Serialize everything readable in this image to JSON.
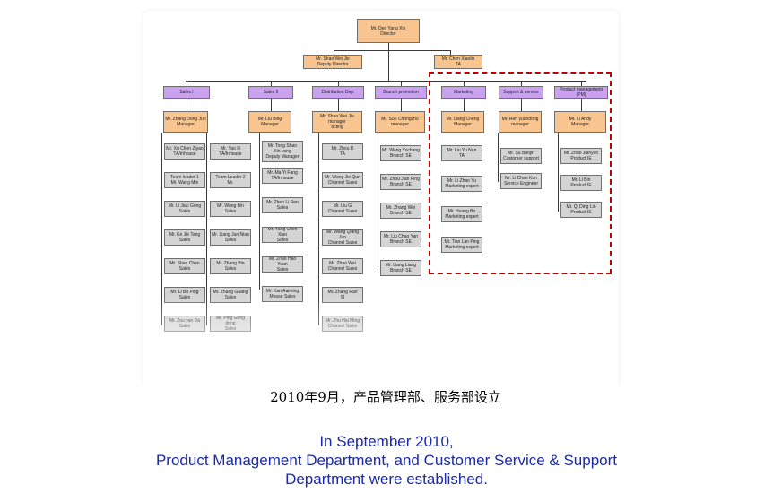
{
  "chart": {
    "nodes": {
      "ceo": "Mr. Deo Yang Xin\nDirector",
      "deputy": "Mr. Shao Wei Jie\nDeputy Director",
      "ta": "Mr. Chen Xiaolin\nTA",
      "depts": [
        "Sales I",
        "Sales II",
        "Distribution Dep.",
        "Branch promotion",
        "Marketing",
        "Support & service",
        "Product management\n(PM)"
      ],
      "managers": [
        "Mr. Zhang Dong Jun\nManager",
        "Mr. Liu Bing\nManager",
        "Mr. Shao Wei Jie\nmanager\nacting",
        "Mr. Sun Chongzhu\nmanager",
        "Mr. Liang Cheng\nManager",
        "Mr. Ren yuandong\nmanager",
        "Mr. Li Andy\nManager"
      ],
      "col1a": [
        "Mr. Xu Chen Ziyao\nTA/Inhouse",
        "Team leader 1\nMr. Wang Min",
        "Mr. Li Jian Gong\nSales",
        "Mr. Ke Jie Tang\nSales",
        "Mr. Shao Chen\nSales",
        "Mr. Li Bo Ping\nSales",
        "Mr. Zou yan Da\nSales"
      ],
      "col1b": [
        "Mr. Yao Ili\nTA/Inhouse",
        "Team Leader 2\nMr.",
        "Mr. Wang Bin\nSales",
        "Mr. Liang Jun Nian\nSales",
        "Mr. Zhang Bin\nSales",
        "Mr. Zhang Guang\nSales",
        "Mr. Ping Gong dong\nSales"
      ],
      "col2": [
        "Mr. Tong Shao\nXin yang\nDeputy Manager",
        "Mr. Ma Yi Fang\nTA/Inhouse",
        "Mr. Zhen Li Ren\nSales",
        "Mr. Yang Chen Xiao\nSales",
        "Mr. Zhao Hao Yuan\nSales",
        "Mr. Kan Aaiming\nMouse Sales"
      ],
      "col3": [
        "Mr. Zhou B\nTA",
        "Mr. Wang Jie Qun\nChannel Sales",
        "Mr. Liu G\nChannel Sales",
        "Mr. Wang Qiang Jun\nChannel Sales",
        "Mr. Zhao Wei\nChannel Sales",
        "Mr. Zhang Ran\nSI",
        "Mr. Zhu Hai Ming\nChannel Sales"
      ],
      "col4": [
        "Mr. Wang Yuchang\nBranch SE",
        "Mr. Zhou Jian Ping\nBranch SE",
        "Mr. Zhang Wei\nBranch SE",
        "Mr. Liu Chao Yan\nBranch SE",
        "Mr. Liang Liang\nBranch SE"
      ],
      "col5": [
        "Mr. Liu Yu Nan\nTA",
        "Mr. Li Zhao Yu\nMarketing expert",
        "Mr. Huang Bo\nMarketing expert",
        "Mr. Tian Lan Ping\nMarketing expert"
      ],
      "col6": [
        "Mr. Su Baojin\nCustomer support",
        "Mr. Li Chao Kun\nService Engineer"
      ],
      "col7": [
        "Mr. Zhao Jianyun\nProduct IE",
        "Mr. Li Bin\nProduct IE",
        "Mr. Qi Ding Lin\nProduct IE"
      ]
    }
  },
  "caption_cn": "2010年9月，产品管理部、服务部设立",
  "caption_en": "In September 2010,\nProduct Management Department, and Customer Service & Support\nDepartment were established.",
  "colors": {
    "accent_red": "#c00000",
    "caption_blue": "#1a2aa8",
    "orange": "#f8c590",
    "purple": "#c9a1ef",
    "grey": "#d4d4d4"
  }
}
